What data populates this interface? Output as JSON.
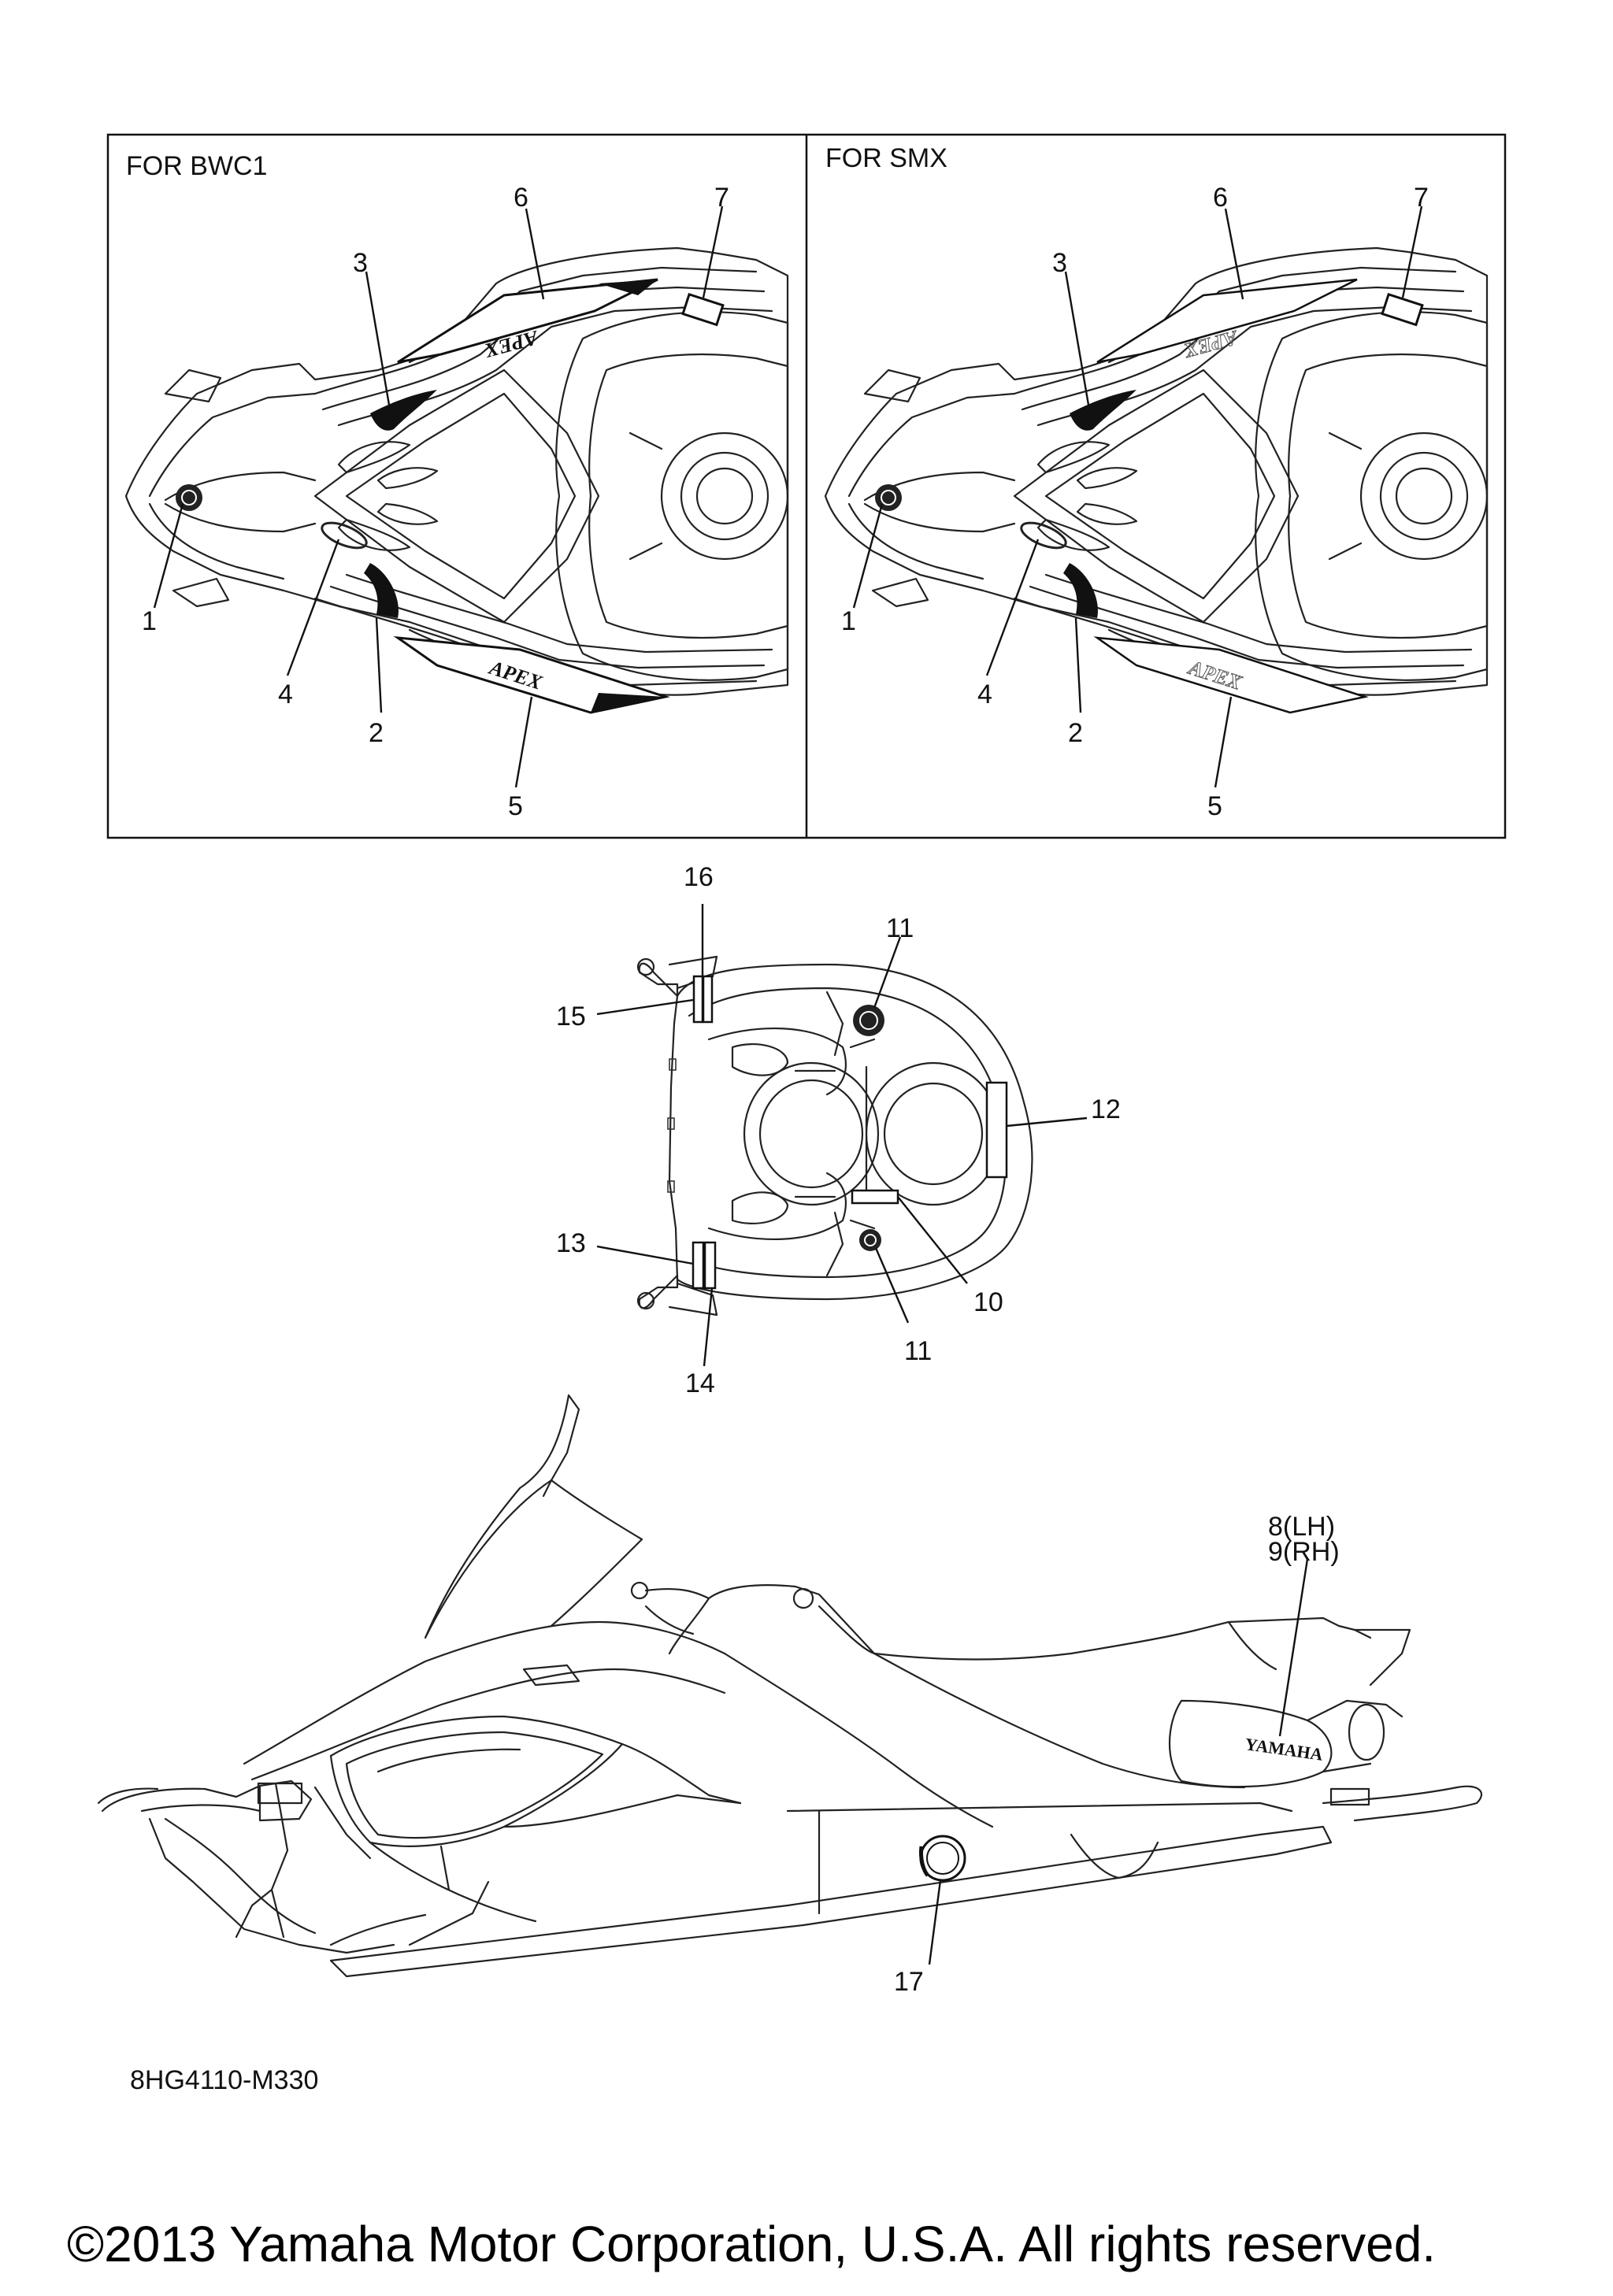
{
  "panels": {
    "left": {
      "title": "FOR BWC1"
    },
    "right": {
      "title": "FOR SMX"
    }
  },
  "decal_text": {
    "apex": "APEX",
    "yamaha": "YAMAHA"
  },
  "callouts": {
    "c1": "1",
    "c2": "2",
    "c3": "3",
    "c4": "4",
    "c5": "5",
    "c6": "6",
    "c7": "7",
    "c8": "8(LH)",
    "c9": "9(RH)",
    "c10": "10",
    "c11": "11",
    "c12": "12",
    "c13": "13",
    "c14": "14",
    "c15": "15",
    "c16": "16",
    "c17": "17"
  },
  "diagram_code": "8HG4110-M330",
  "copyright": "©2013 Yamaha Motor Corporation, U.S.A. All rights reserved."
}
